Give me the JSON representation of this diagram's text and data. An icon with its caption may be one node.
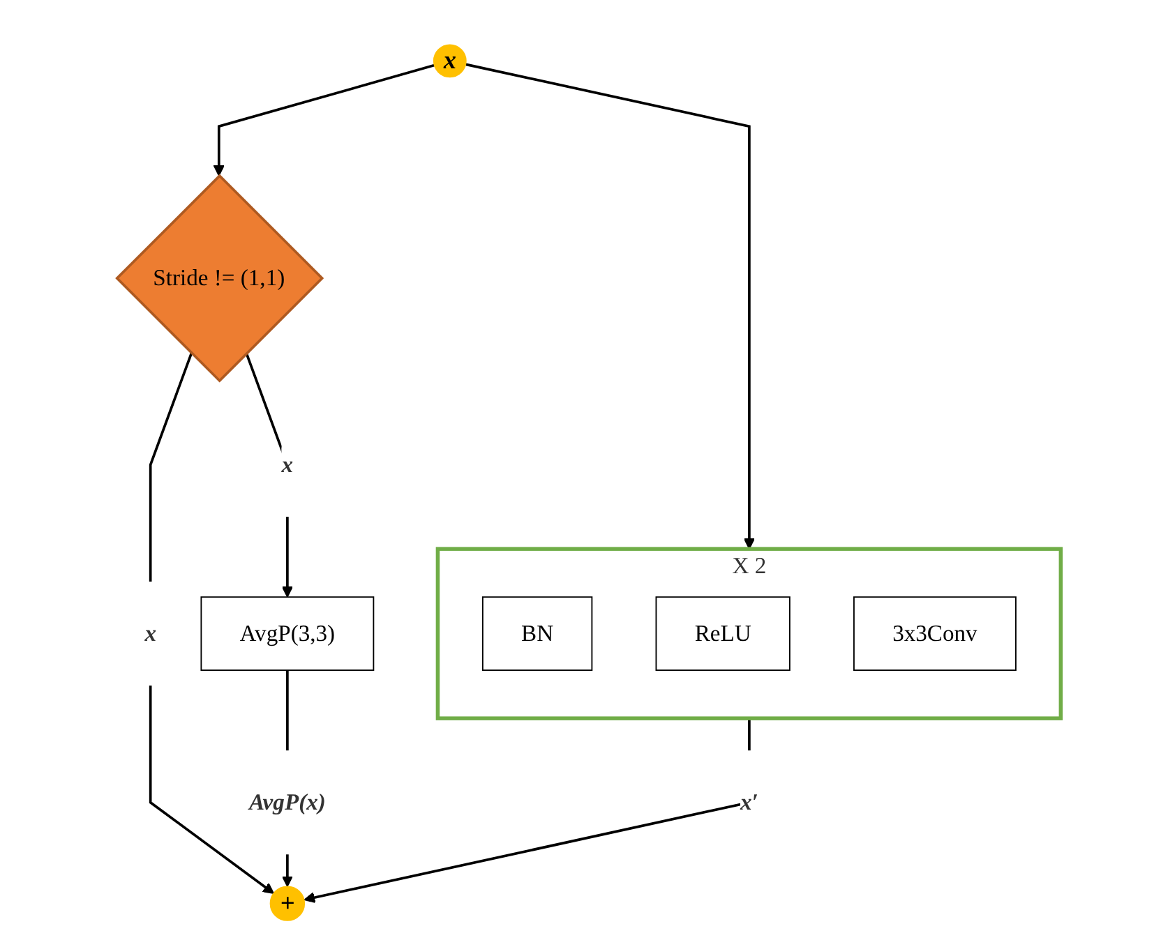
{
  "diagram": {
    "nodes": [
      {
        "text": [
          "x"
        ]
      },
      {
        "text": [
          "Stride != (1,1)"
        ]
      },
      {
        "text": [
          "AvgP(3,3)"
        ]
      },
      {
        "text": [
          "X 2"
        ]
      },
      {
        "text": [
          "BN"
        ],
        "in": 3
      },
      {
        "text": [
          "ReLU"
        ],
        "in": 3
      },
      {
        "text": [
          "3x3Conv"
        ],
        "in": 3
      },
      {
        "text": [
          "+"
        ]
      }
    ],
    "edges": [
      {
        "from": 0,
        "to": 1,
        "arrow": "to"
      },
      {
        "from": 0,
        "to": 3,
        "arrow": "to"
      },
      {
        "from": 1,
        "to": 2,
        "label": "x",
        "arrow": "to"
      },
      {
        "from": 1,
        "to": 7,
        "label": "x",
        "arrow": "to"
      },
      {
        "from": 2,
        "to": 7,
        "label": "AvgP(x)",
        "arrow": "to"
      },
      {
        "from": 3,
        "to": 7,
        "label": "x′",
        "arrow": "to"
      }
    ]
  }
}
